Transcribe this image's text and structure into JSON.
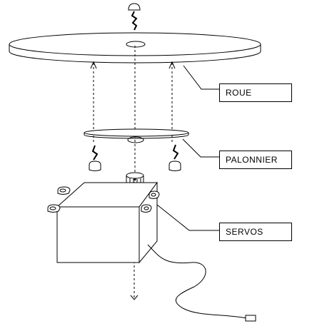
{
  "labels": {
    "roue": "ROUE",
    "palonnier": "PALONNIER",
    "servos": "SERVOS"
  },
  "icons": [
    "screw-icon",
    "servo-mount-tab-icon",
    "connector-plug-icon"
  ],
  "colors": {
    "stroke": "#000000",
    "background": "#ffffff"
  }
}
